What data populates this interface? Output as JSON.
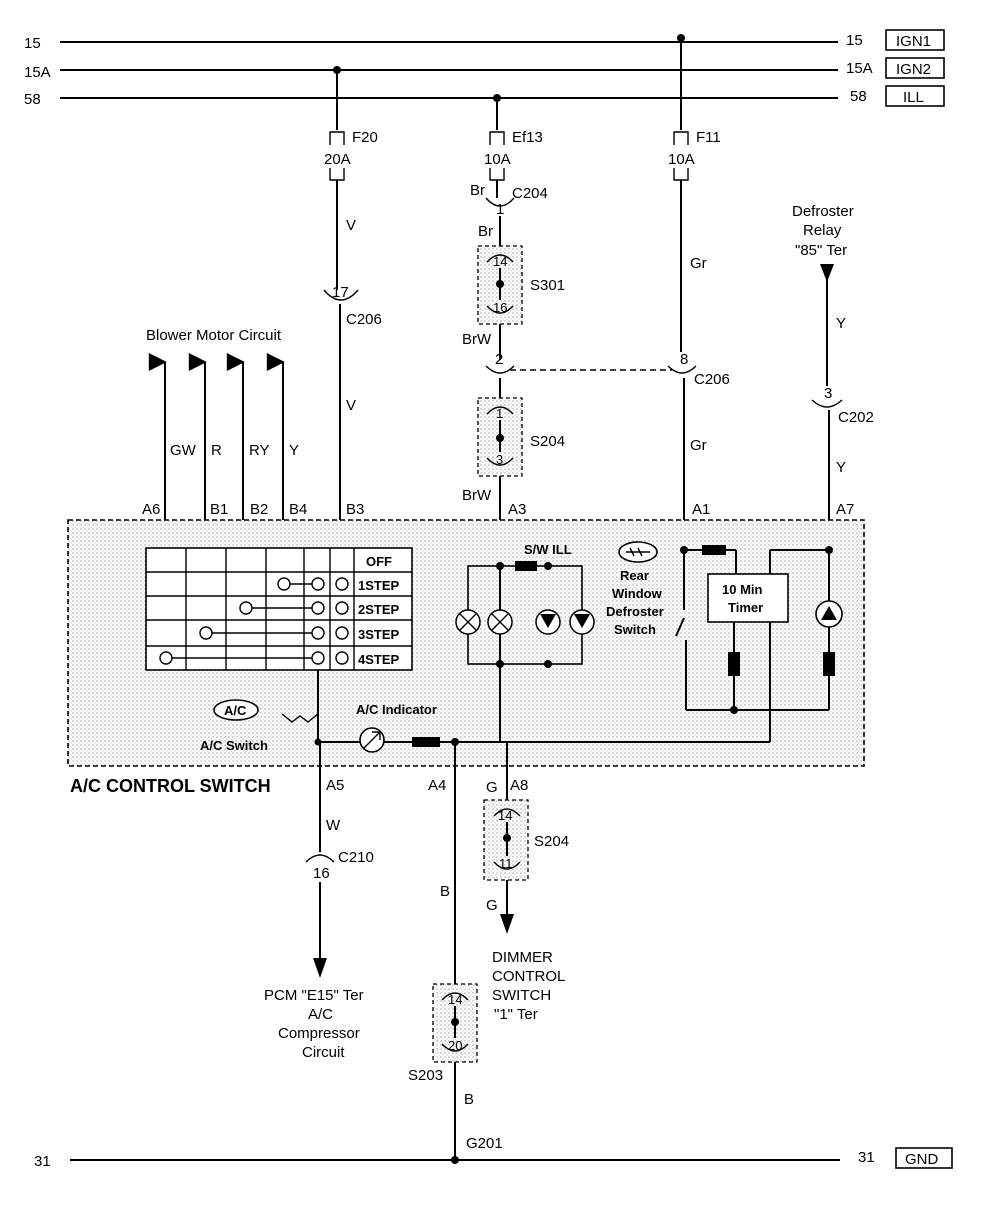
{
  "rails": {
    "ign1": {
      "left": "15",
      "right": "15",
      "tag": "IGN1"
    },
    "ign2": {
      "left": "15A",
      "right": "15A",
      "tag": "IGN2"
    },
    "ill": {
      "left": "58",
      "right": "58",
      "tag": "ILL"
    },
    "gnd": {
      "left": "31",
      "right": "31",
      "tag": "GND"
    }
  },
  "fuses": [
    {
      "name": "F20",
      "rating": "20A"
    },
    {
      "name": "Ef13",
      "rating": "10A"
    },
    {
      "name": "F11",
      "rating": "10A"
    }
  ],
  "wires": {
    "v1": "V",
    "v2": "V",
    "br1": "Br",
    "br2": "Br",
    "brw1": "BrW",
    "brw2": "BrW",
    "gr1": "Gr",
    "gr2": "Gr",
    "y1": "Y",
    "y2": "Y",
    "gw": "GW",
    "r": "R",
    "ry": "RY",
    "yb": "Y",
    "w": "W",
    "b1": "B",
    "b2": "B",
    "g1": "G",
    "g2": "G"
  },
  "connectors": {
    "c204": {
      "pin": "1",
      "name": "C204"
    },
    "c206a": {
      "pin": "17",
      "name": "C206"
    },
    "c206b": {
      "pin1": "2",
      "pin2": "8",
      "name": "C206"
    },
    "c202": {
      "pin": "3",
      "name": "C202"
    },
    "c210": {
      "pin": "16",
      "name": "C210"
    },
    "s301": {
      "top": "14",
      "bottom": "16",
      "name": "S301"
    },
    "s204a": {
      "top": "1",
      "bottom": "3",
      "name": "S204"
    },
    "s204b": {
      "top": "14",
      "bottom": "11",
      "name": "S204"
    },
    "s203": {
      "top": "14",
      "bottom": "20",
      "name": "S203"
    },
    "g201": "G201"
  },
  "labels": {
    "blower": "Blower Motor Circuit",
    "defroster_relay": [
      "Defroster",
      "Relay",
      "\"85\" Ter"
    ],
    "module_title": "A/C CONTROL SWITCH",
    "sw_ill": "S/W ILL",
    "rear_window": [
      "Rear",
      "Window",
      "Defroster",
      "Switch"
    ],
    "timer": [
      "10 Min",
      "Timer"
    ],
    "ac_badge": "A/C",
    "ac_switch": "A/C Switch",
    "ac_indicator": "A/C Indicator",
    "pcm": [
      "PCM \"E15\" Ter",
      "A/C",
      "Compressor",
      "Circuit"
    ],
    "dimmer": [
      "DIMMER",
      "CONTROL",
      "SWITCH",
      "\"1\" Ter"
    ]
  },
  "pins": {
    "a6": "A6",
    "b1": "B1",
    "b2": "B2",
    "b4": "B4",
    "b3": "B3",
    "a3": "A3",
    "a1": "A1",
    "a7": "A7",
    "a5": "A5",
    "a4": "A4",
    "a8": "A8"
  },
  "steps": [
    "OFF",
    "1STEP",
    "2STEP",
    "3STEP",
    "4STEP"
  ]
}
